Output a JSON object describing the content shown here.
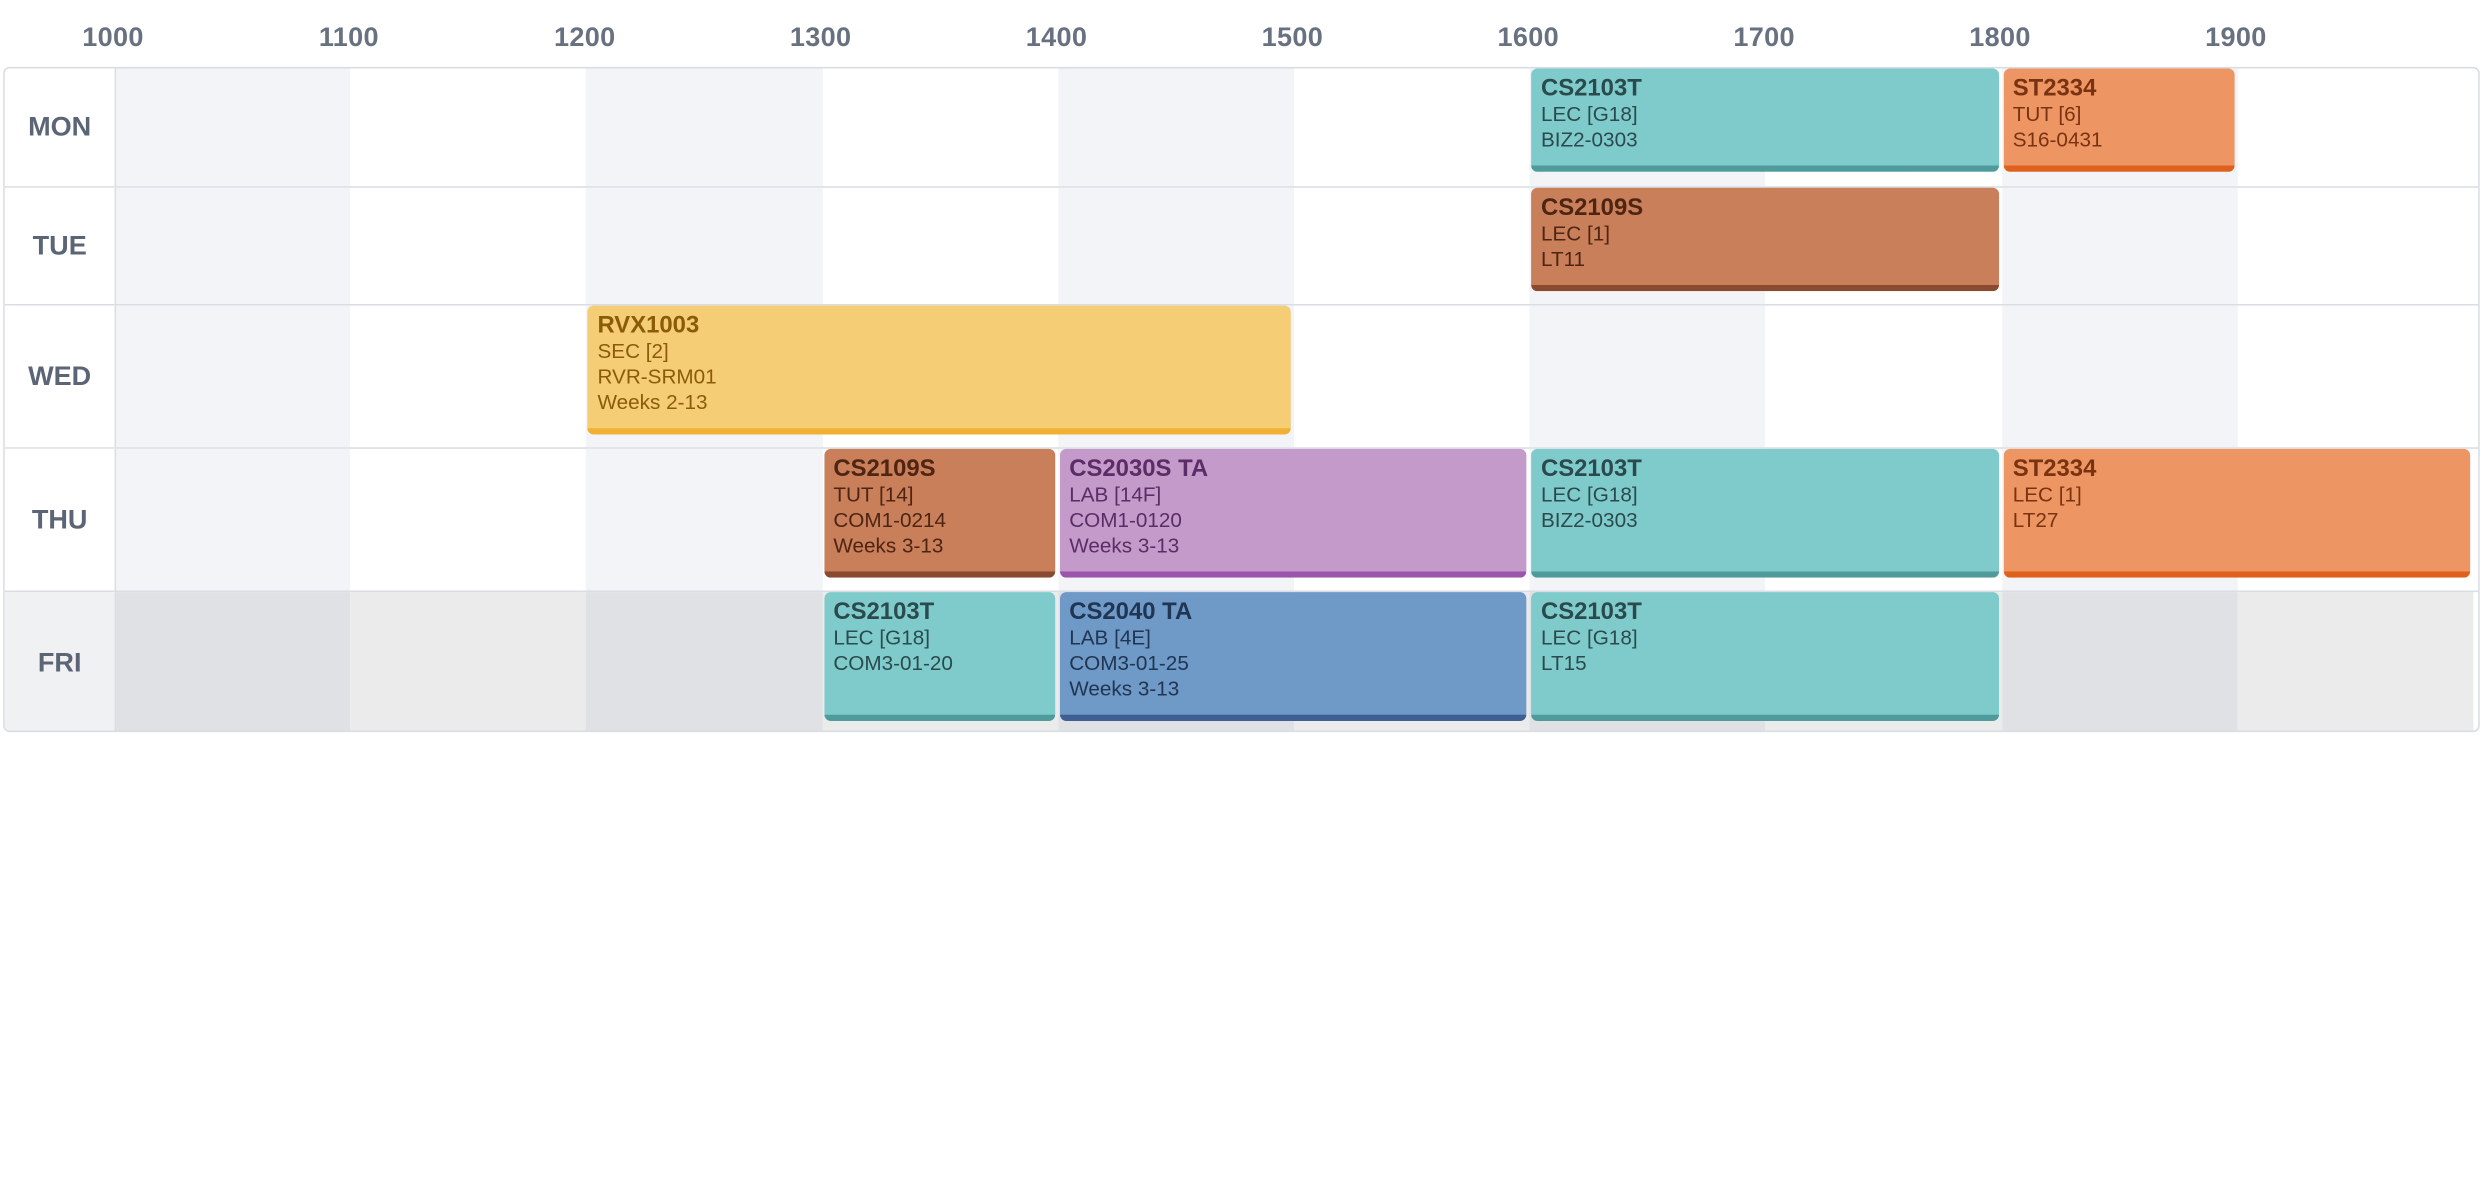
{
  "hours": [
    "1000",
    "1100",
    "1200",
    "1300",
    "1400",
    "1500",
    "1600",
    "1700",
    "1800",
    "1900"
  ],
  "days": [
    "MON",
    "TUE",
    "WED",
    "THU",
    "FRI"
  ],
  "colors": {
    "teal": "#7fcbcc",
    "teal_border": "#4f9b9c",
    "teal_text": "#2b4a4d",
    "orange": "#ed9664",
    "orange_border": "#e0601e",
    "orange_text": "#7a3310",
    "brown": "#c87f5a",
    "brown_border": "#8a4a30",
    "brown_text": "#4e2412",
    "yellow": "#f5cd75",
    "yellow_border": "#f0b033",
    "yellow_text": "#8a5c0a",
    "purple": "#c39ac9",
    "purple_border": "#9b56ab",
    "purple_text": "#5a2d66",
    "blue": "#6f99c6",
    "blue_border": "#3d5f94",
    "blue_text": "#1f3552"
  },
  "lessons": [
    {
      "day": 0,
      "start": 1600,
      "end": 1800,
      "color": "teal",
      "code": "CS2103T",
      "lines": [
        "LEC [G18]",
        "BIZ2-0303"
      ]
    },
    {
      "day": 0,
      "start": 1800,
      "end": 1900,
      "color": "orange",
      "code": "ST2334",
      "lines": [
        "TUT [6]",
        "S16-0431"
      ]
    },
    {
      "day": 1,
      "start": 1600,
      "end": 1800,
      "color": "brown",
      "code": "CS2109S",
      "lines": [
        "LEC [1]",
        "LT11"
      ]
    },
    {
      "day": 2,
      "start": 1200,
      "end": 1500,
      "color": "yellow",
      "code": "RVX1003",
      "lines": [
        "SEC [2]",
        "RVR-SRM01",
        "Weeks 2-13"
      ]
    },
    {
      "day": 3,
      "start": 1300,
      "end": 1400,
      "color": "brown",
      "code": "CS2109S",
      "lines": [
        "TUT [14]",
        "COM1-0214",
        "Weeks 3-13"
      ]
    },
    {
      "day": 3,
      "start": 1400,
      "end": 1600,
      "color": "purple",
      "code": "CS2030S TA",
      "lines": [
        "LAB [14F]",
        "COM1-0120",
        "Weeks 3-13"
      ]
    },
    {
      "day": 3,
      "start": 1600,
      "end": 1800,
      "color": "teal",
      "code": "CS2103T",
      "lines": [
        "LEC [G18]",
        "BIZ2-0303"
      ]
    },
    {
      "day": 3,
      "start": 1800,
      "end": 2000,
      "color": "orange",
      "code": "ST2334",
      "lines": [
        "LEC [1]",
        "LT27"
      ]
    },
    {
      "day": 4,
      "start": 1300,
      "end": 1400,
      "color": "teal",
      "code": "CS2103T",
      "lines": [
        "LEC [G18]",
        "COM3-01-20"
      ]
    },
    {
      "day": 4,
      "start": 1400,
      "end": 1600,
      "color": "blue",
      "code": "CS2040 TA",
      "lines": [
        "LAB [4E]",
        "COM3-01-25",
        "Weeks 3-13"
      ]
    },
    {
      "day": 4,
      "start": 1600,
      "end": 1800,
      "color": "teal",
      "code": "CS2103T",
      "lines": [
        "LEC [G18]",
        "LT15"
      ]
    }
  ]
}
